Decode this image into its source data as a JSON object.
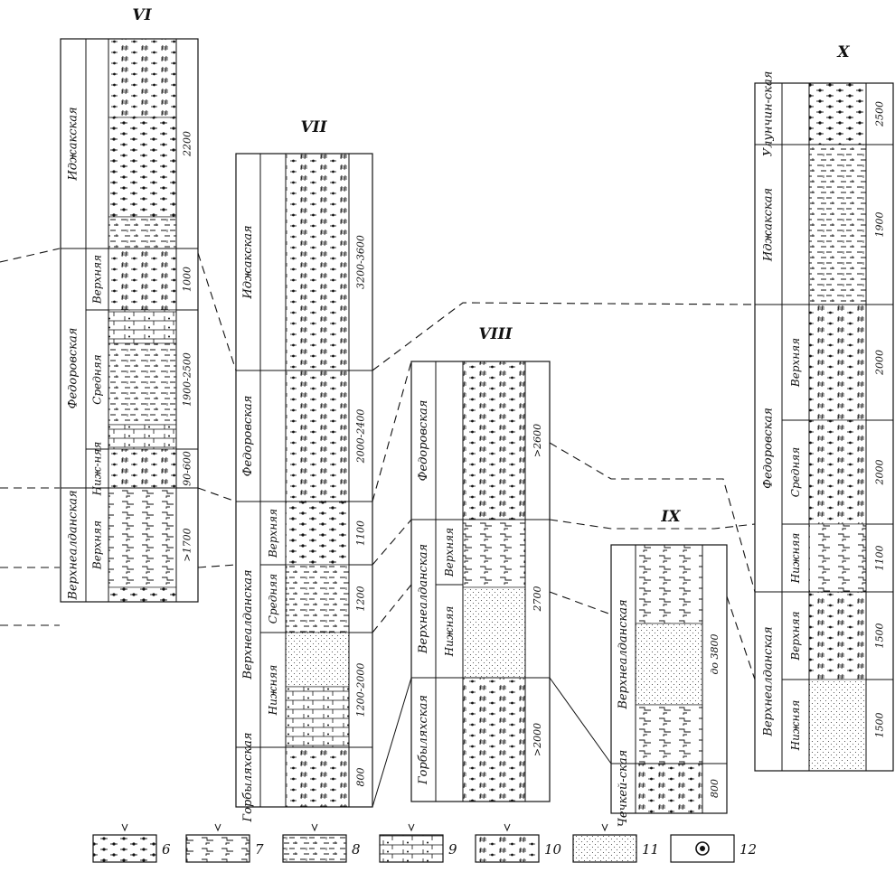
{
  "sections": [
    {
      "numeral": "VI",
      "units": [
        {
          "suite": "Иджакская",
          "sub": "",
          "thickness": "2200"
        },
        {
          "suite": "Федоровская",
          "sub": "Верхняя",
          "thickness": "1000"
        },
        {
          "suite": "Федоровская",
          "sub": "Средняя",
          "thickness": "1900-2500"
        },
        {
          "suite": "Федоровская",
          "sub": "Ниж-няя",
          "thickness": "90-600"
        },
        {
          "suite": "Верхнеалданская",
          "sub": "Верхняя",
          "thickness": ">1700"
        }
      ]
    },
    {
      "numeral": "VII",
      "units": [
        {
          "suite": "Иджакская",
          "sub": "",
          "thickness": "3200-3600"
        },
        {
          "suite": "Федоровская",
          "sub": "",
          "thickness": "2000-2400"
        },
        {
          "suite": "Верхнеалданская",
          "sub": "Верхняя",
          "thickness": "1100"
        },
        {
          "suite": "Верхнеалданская",
          "sub": "Средняя",
          "thickness": "1200"
        },
        {
          "suite": "Верхнеалданская",
          "sub": "Нижняя",
          "thickness": "1200-2000"
        },
        {
          "suite": "Горбыляхская",
          "sub": "",
          "thickness": "800"
        }
      ]
    },
    {
      "numeral": "VIII",
      "units": [
        {
          "suite": "Федоровская",
          "sub": "",
          "thickness": ">2600"
        },
        {
          "suite": "Верхнеалданская",
          "sub": "Верхняя",
          "thickness": "2700"
        },
        {
          "suite": "Верхнеалданская",
          "sub": "Нижняя",
          "thickness": "2700"
        },
        {
          "suite": "Горбыляхская",
          "sub": "",
          "thickness": ">2000"
        }
      ]
    },
    {
      "numeral": "IX",
      "units": [
        {
          "suite": "Верхнеалданская",
          "sub": "",
          "thickness": "до 3800"
        },
        {
          "suite": "Чечкей-ская",
          "sub": "",
          "thickness": "800"
        }
      ]
    },
    {
      "numeral": "X",
      "units": [
        {
          "suite": "Улунчин-ская",
          "sub": "",
          "thickness": "2500"
        },
        {
          "suite": "Иджакская",
          "sub": "",
          "thickness": "1900"
        },
        {
          "suite": "Федоровская",
          "sub": "Верхняя",
          "thickness": "2000"
        },
        {
          "suite": "Федоровская",
          "sub": "Средняя",
          "thickness": "2000"
        },
        {
          "suite": "Федоровская",
          "sub": "Нижняя",
          "thickness": "1100"
        },
        {
          "suite": "Верхнеалданская",
          "sub": "Верхняя",
          "thickness": "1500"
        },
        {
          "suite": "Верхнеалданская",
          "sub": "Нижняя",
          "thickness": "1500"
        }
      ]
    }
  ],
  "legend": [
    {
      "number": "6",
      "pattern": "dolomite-dots"
    },
    {
      "number": "7",
      "pattern": "offset-bricks"
    },
    {
      "number": "8",
      "pattern": "marl-dashes"
    },
    {
      "number": "9",
      "pattern": "sandy-limestone"
    },
    {
      "number": "10",
      "pattern": "hash-dolomite"
    },
    {
      "number": "11",
      "pattern": "sandstone-dots"
    },
    {
      "number": "12",
      "pattern": "fossil-circle"
    }
  ],
  "colors": {
    "ink": "#111111",
    "paper": "#ffffff"
  }
}
